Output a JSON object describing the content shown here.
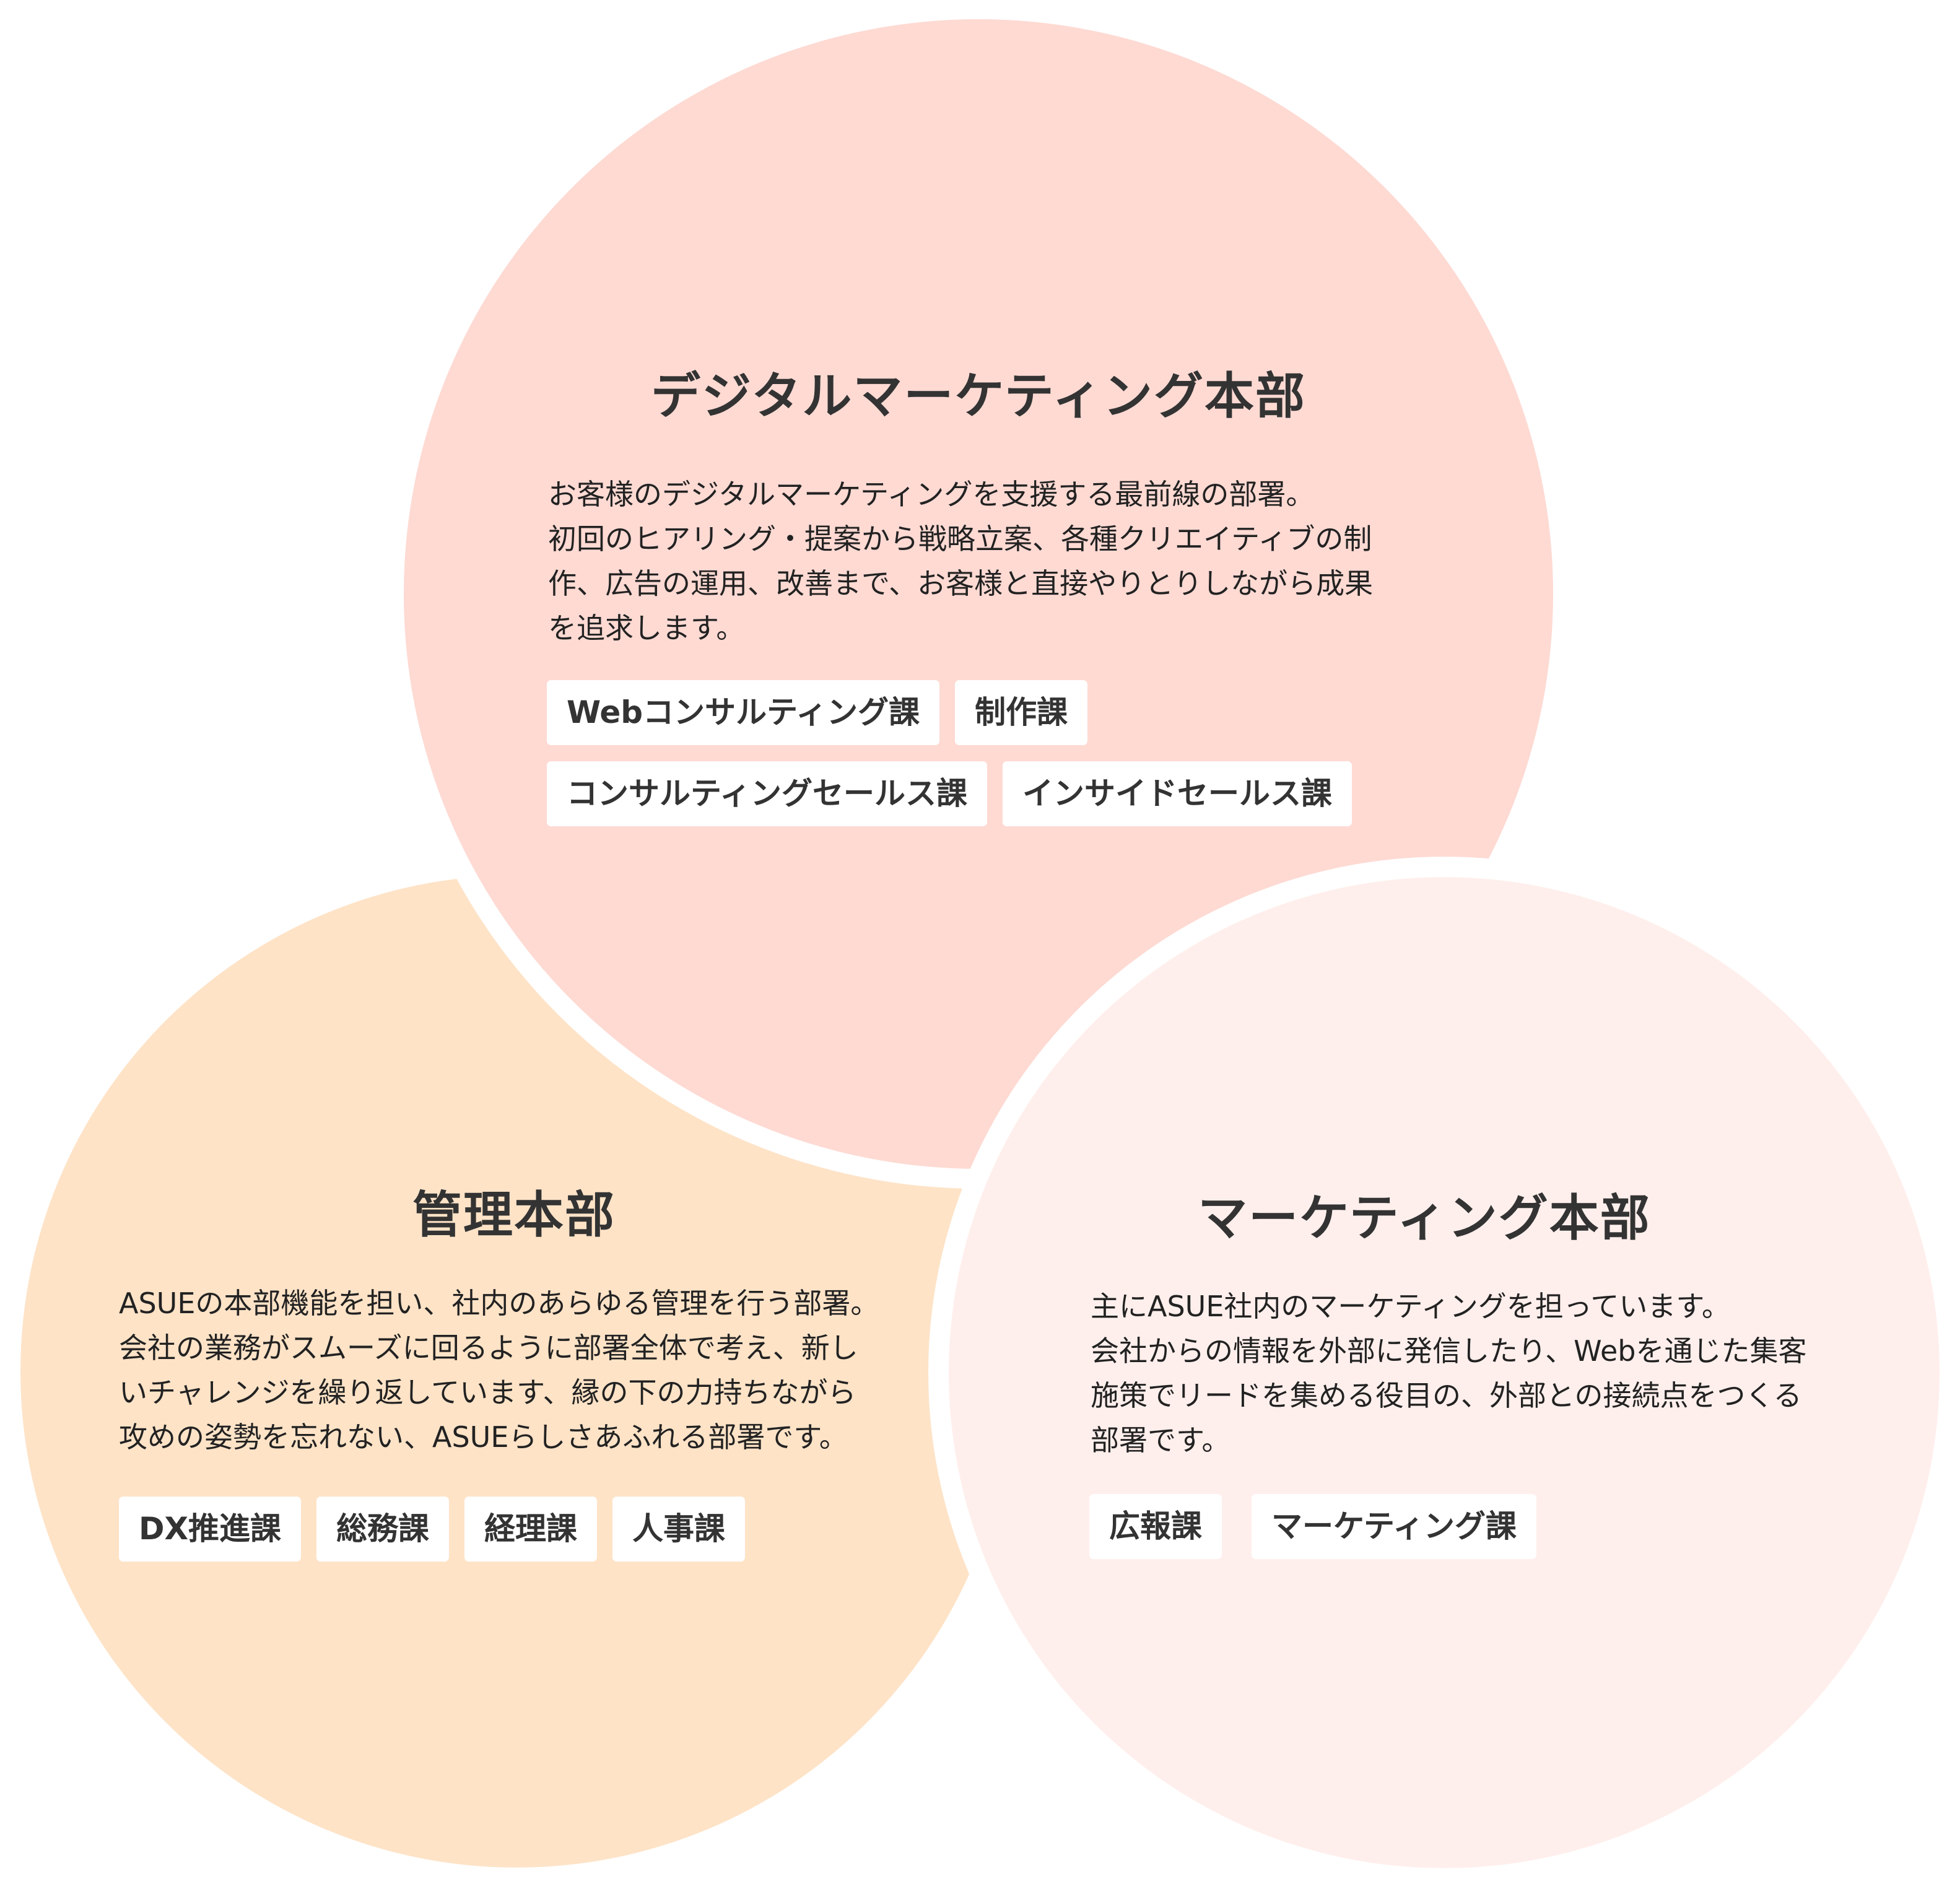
{
  "colors": {
    "digital_marketing_circle": "#FEDAD3",
    "management_circle": "#FEE3C7",
    "marketing_circle": "#FFEFEC",
    "tag_background": "#FFFFFF",
    "text": "#333333"
  },
  "divisions": {
    "digital_marketing": {
      "title": "デジタルマーケティング本部",
      "description": "お客様のデジタルマーケティングを支援する最前線の部署。\n初回のヒアリング・提案から戦略立案、各種クリエイティブの制\n作、広告の運用、改善まで、お客様と直接やりとりしながら成果\nを追求します。",
      "sections": [
        "Webコンサルティング課",
        "制作課",
        "コンサルティングセールス課",
        "インサイドセールス課"
      ]
    },
    "management": {
      "title": "管理本部",
      "description": "ASUEの本部機能を担い、社内のあらゆる管理を行う部署。\n会社の業務がスムーズに回るように部署全体で考え、新し\nいチャレンジを繰り返しています、縁の下の力持ちながら\n攻めの姿勢を忘れない、ASUEらしさあふれる部署です。",
      "sections": [
        "DX推進課",
        "総務課",
        "経理課",
        "人事課"
      ]
    },
    "marketing": {
      "title": "マーケティング本部",
      "description": "主にASUE社内のマーケティングを担っています。\n会社からの情報を外部に発信したり、Webを通じた集客\n施策でリードを集める役目の、外部との接続点をつくる\n部署です。",
      "sections": [
        "広報課",
        "マーケティング課"
      ]
    }
  }
}
